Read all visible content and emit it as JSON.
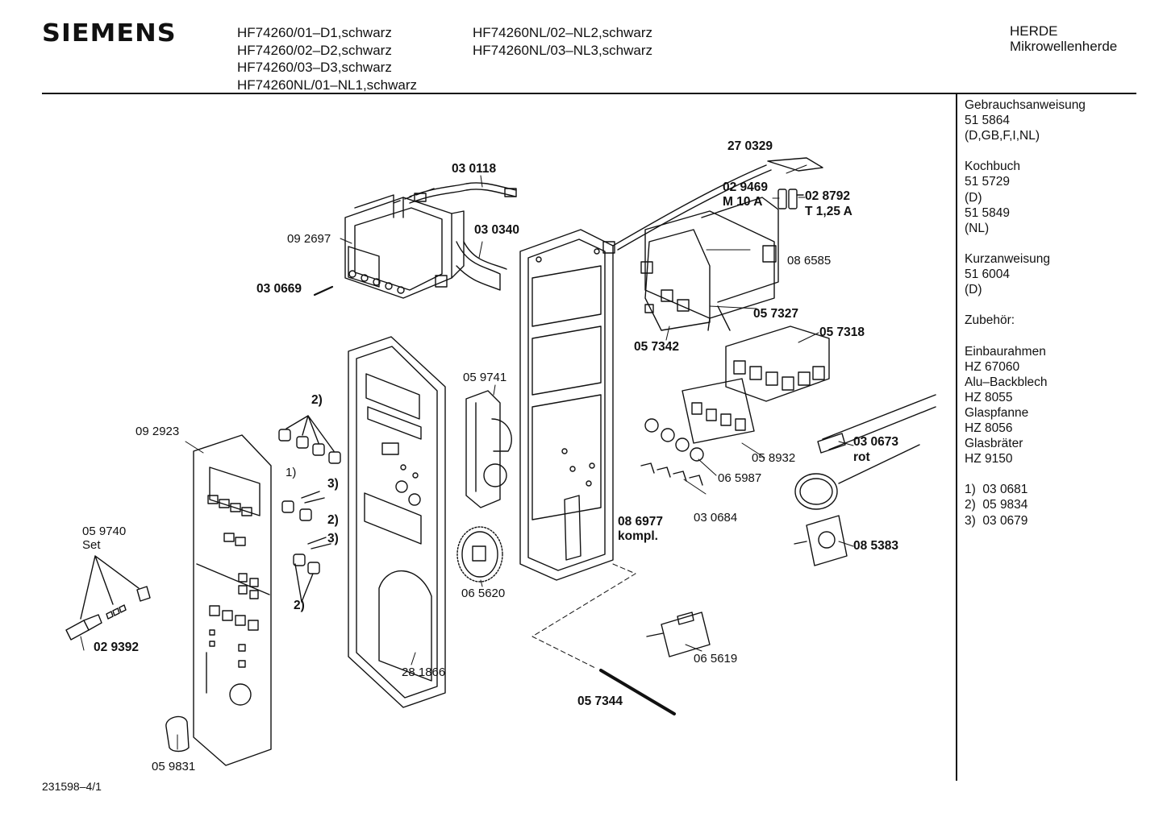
{
  "header": {
    "brand": "SIEMENS",
    "models_left": [
      "HF74260/01–D1,schwarz",
      "HF74260/02–D2,schwarz",
      "HF74260/03–D3,schwarz",
      "HF74260NL/01–NL1,schwarz"
    ],
    "models_right": [
      "HF74260NL/02–NL2,schwarz",
      "HF74260NL/03–NL3,schwarz"
    ],
    "category": "HERDE",
    "subcategory": "Mikrowellenherde"
  },
  "sidebar": {
    "lines": [
      "Gebrauchsanweisung",
      "51 5864",
      "(D,GB,F,I,NL)",
      "",
      "Kochbuch",
      "51 5729",
      "(D)",
      "51 5849",
      "(NL)",
      "",
      "Kurzanweisung",
      "51 6004",
      "(D)",
      "",
      "Zubehör:",
      "",
      "Einbaurahmen",
      "HZ 67060",
      "Alu–Backblech",
      "HZ 8055",
      "Glaspfanne",
      "HZ 8056",
      "Glasbräter",
      "HZ 9150",
      "",
      "1)  03 0681",
      "2)  05 9834",
      "3)  03 0679"
    ]
  },
  "parts": [
    {
      "text": "270329",
      "display": "27 0329",
      "bold": true
    },
    {
      "text": "030118",
      "display": "03 0118",
      "bold": true
    },
    {
      "text": "030340",
      "display": "03 0340",
      "bold": true
    },
    {
      "text": "092697",
      "display": "09 2697",
      "bold": false
    },
    {
      "text": "030669",
      "display": "03 0669",
      "bold": true
    },
    {
      "text": "029469",
      "display": "02 9469",
      "bold": true
    },
    {
      "text": "M10A",
      "display": "M 10 A",
      "bold": true
    },
    {
      "text": "028792",
      "display": "02 8792",
      "bold": true
    },
    {
      "text": "T125A",
      "display": "T 1,25 A",
      "bold": true
    },
    {
      "text": "086585",
      "display": "08 6585",
      "bold": false
    },
    {
      "text": "057327",
      "display": "05 7327",
      "bold": true
    },
    {
      "text": "057318",
      "display": "05 7318",
      "bold": true
    },
    {
      "text": "057342",
      "display": "05 7342",
      "bold": true
    },
    {
      "text": "059741",
      "display": "05 9741",
      "bold": false
    },
    {
      "text": "092923",
      "display": "09 2923",
      "bold": false
    },
    {
      "text": "note2a",
      "display": "2)",
      "bold": true
    },
    {
      "text": "note1",
      "display": "1)",
      "bold": false
    },
    {
      "text": "note3a",
      "display": "3)",
      "bold": true
    },
    {
      "text": "note2b",
      "display": "2)",
      "bold": true
    },
    {
      "text": "note3b",
      "display": "3)",
      "bold": true
    },
    {
      "text": "note2c",
      "display": "2)",
      "bold": true
    },
    {
      "text": "059740",
      "display": "05 9740",
      "bold": false
    },
    {
      "text": "set",
      "display": "Set",
      "bold": false
    },
    {
      "text": "029392",
      "display": "02 9392",
      "bold": true
    },
    {
      "text": "059831",
      "display": "05 9831",
      "bold": false
    },
    {
      "text": "281866",
      "display": "28 1866",
      "bold": false
    },
    {
      "text": "065620",
      "display": "06 5620",
      "bold": false
    },
    {
      "text": "086977",
      "display": "08 6977",
      "bold": true
    },
    {
      "text": "kompl",
      "display": "kompl.",
      "bold": true
    },
    {
      "text": "058932",
      "display": "05 8932",
      "bold": false
    },
    {
      "text": "065987",
      "display": "06 5987",
      "bold": false
    },
    {
      "text": "030684",
      "display": "03 0684",
      "bold": false
    },
    {
      "text": "030673",
      "display": "03 0673",
      "bold": true
    },
    {
      "text": "rot",
      "display": "rot",
      "bold": true
    },
    {
      "text": "085383",
      "display": "08 5383",
      "bold": true
    },
    {
      "text": "065619",
      "display": "06 5619",
      "bold": false
    },
    {
      "text": "057344",
      "display": "05 7344",
      "bold": true
    }
  ],
  "footer": {
    "drawing_number": "231598–4/1"
  },
  "colors": {
    "ink": "#111111",
    "paper": "#ffffff"
  }
}
